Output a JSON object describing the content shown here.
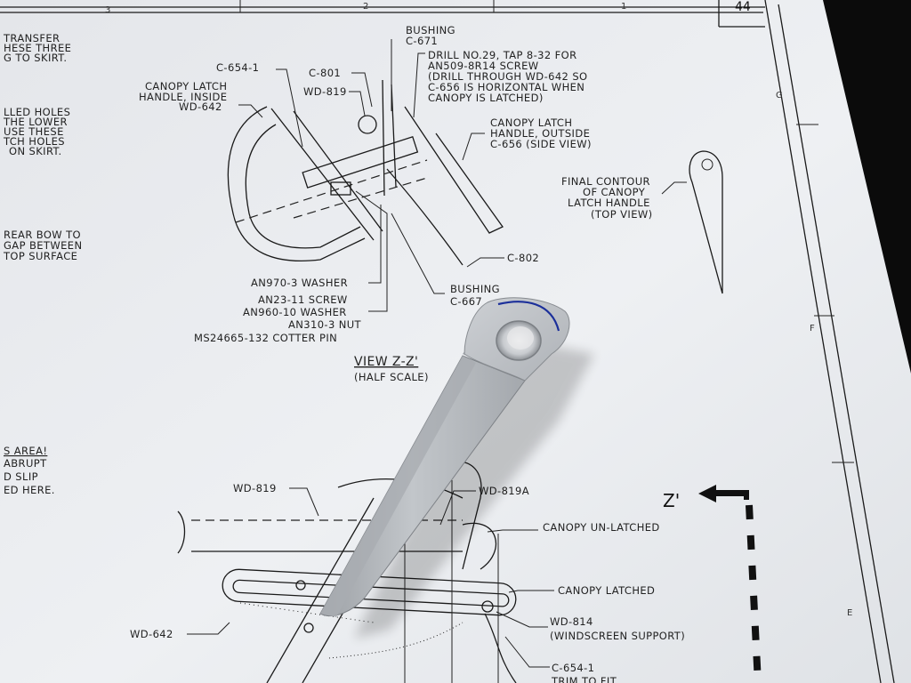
{
  "sheet": {
    "zone_top": [
      "3",
      "2",
      "1"
    ],
    "zone_side": [
      "G",
      "F",
      "E"
    ],
    "sheet_number": "44"
  },
  "left_notes": [
    {
      "text": "TRANSFER"
    },
    {
      "text": "HESE THREE"
    },
    {
      "text": "G TO SKIRT."
    },
    {
      "text": "LLED HOLES"
    },
    {
      "text": "THE LOWER"
    },
    {
      "text": "USE THESE"
    },
    {
      "text": "TCH HOLES"
    },
    {
      "text": "ON SKIRT."
    },
    {
      "text": "REAR BOW TO"
    },
    {
      "text": "GAP BETWEEN"
    },
    {
      "text": "TOP SURFACE"
    },
    {
      "text": "S AREA!"
    },
    {
      "text": "ABRUPT"
    },
    {
      "text": "D SLIP"
    },
    {
      "text": "ED HERE."
    }
  ],
  "callouts_top": [
    {
      "text": "BUSHING"
    },
    {
      "text": "C-671"
    },
    {
      "text": "DRILL NO.29, TAP 8-32 FOR"
    },
    {
      "text": "AN509-8R14 SCREW"
    },
    {
      "text": "(DRILL THROUGH WD-642 SO"
    },
    {
      "text": "C-656 IS HORIZONTAL WHEN"
    },
    {
      "text": "CANOPY IS LATCHED)"
    },
    {
      "text": "C-654-1"
    },
    {
      "text": "C-801"
    },
    {
      "text": "WD-819"
    },
    {
      "text": "CANOPY LATCH"
    },
    {
      "text": "HANDLE, INSIDE"
    },
    {
      "text": "WD-642"
    },
    {
      "text": "CANOPY LATCH"
    },
    {
      "text": "HANDLE, OUTSIDE"
    },
    {
      "text": "C-656 (SIDE VIEW)"
    },
    {
      "text": "FINAL CONTOUR"
    },
    {
      "text": "OF CANOPY"
    },
    {
      "text": "LATCH HANDLE"
    },
    {
      "text": "(TOP VIEW)"
    },
    {
      "text": "C-802"
    },
    {
      "text": "AN970-3 WASHER"
    },
    {
      "text": "AN23-11 SCREW"
    },
    {
      "text": "AN960-10 WASHER"
    },
    {
      "text": "AN310-3 NUT"
    },
    {
      "text": "MS24665-132 COTTER PIN"
    },
    {
      "text": "BUSHING"
    },
    {
      "text": "C-667"
    }
  ],
  "view": {
    "title": "VIEW Z-Z'",
    "scale": "(HALF SCALE)"
  },
  "callouts_bottom": [
    {
      "text": "WD-819"
    },
    {
      "text": "WD-819A"
    },
    {
      "text": "CANOPY UN-LATCHED"
    },
    {
      "text": "CANOPY LATCHED"
    },
    {
      "text": "WD-814"
    },
    {
      "text": "(WINDSCREEN SUPPORT)"
    },
    {
      "text": "WD-642"
    },
    {
      "text": "C-654-1"
    },
    {
      "text": "TRIM TO FIT"
    }
  ],
  "section_marker": "Z'",
  "colors": {
    "paper": "#e9ebef",
    "ink": "#1a1a1a",
    "aluminum": "#b3b7bc",
    "background": "#0b0b0b",
    "scribe_line": "#1b2f9a"
  }
}
